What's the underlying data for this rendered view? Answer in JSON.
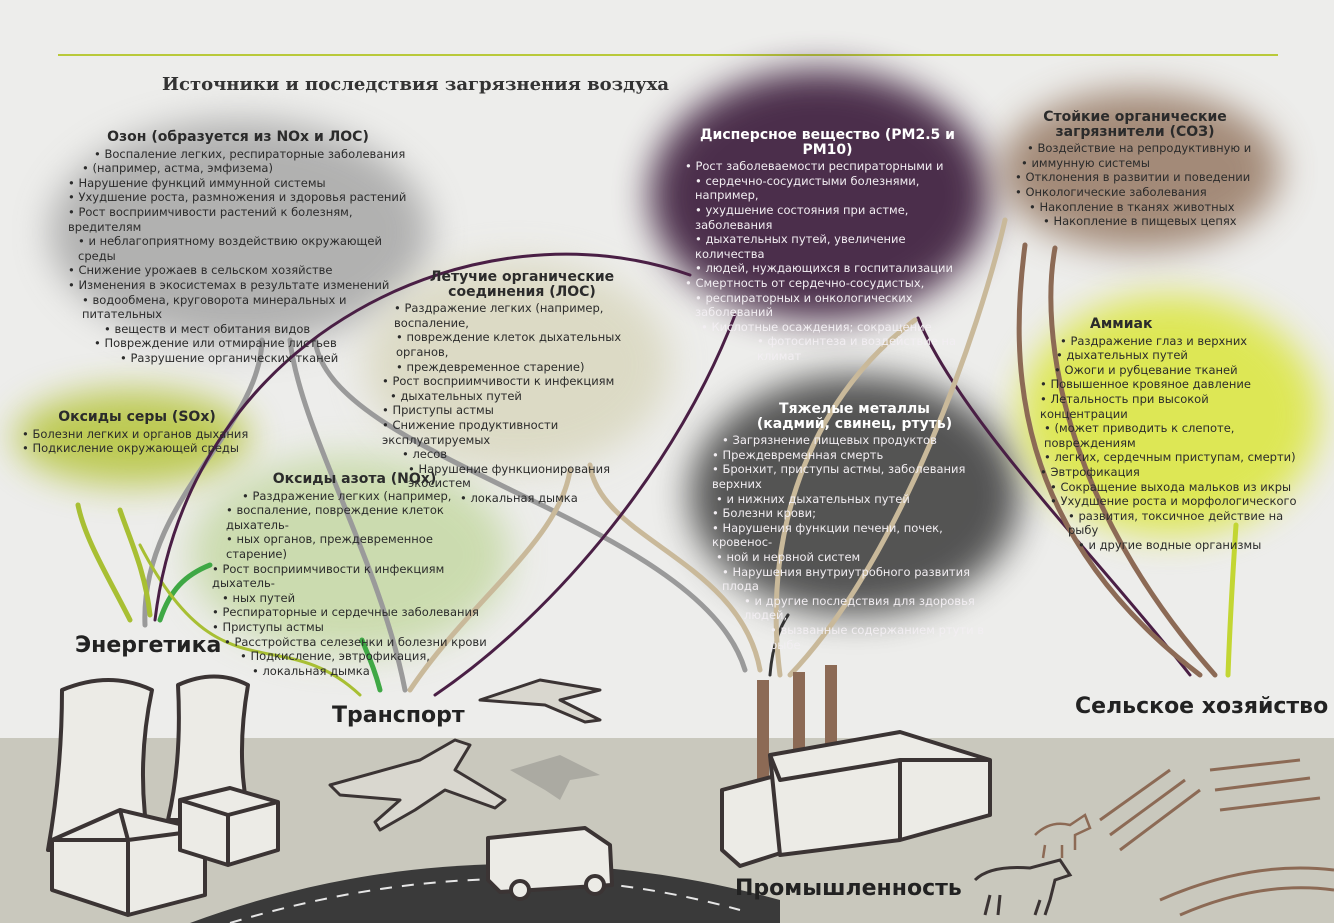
{
  "title": "Источники и последствия загрязнения воздуха",
  "colors": {
    "ozone": "#9a9a9a",
    "sox": "#b5c43a",
    "nox": "#c6d9a5",
    "voc": "#d8d6bc",
    "pm": "#3a1a3a",
    "metals": "#444444",
    "pop": "#8b6a52",
    "ammonia": "#dbe63c",
    "arrow_grey": "#9a9a9a",
    "arrow_purple": "#4a1f45",
    "arrow_green": "#9ab535",
    "arrow_brown": "#8c6a55",
    "arrow_tan": "#c9b99a"
  },
  "sources": {
    "energy": "Энергетика",
    "transport": "Транспорт",
    "industry": "Промышленность",
    "agriculture": "Сельское хозяйство"
  },
  "pollutants": {
    "ozone": {
      "title": "Озон (образуется из NOx и ЛОС)",
      "items": [
        "Воспаление легких, респираторные заболевания",
        "(например, астма, эмфизема)",
        "Нарушение функций иммунной системы",
        "Ухудшение роста, размножения и здоровья растений",
        "Рост восприимчивости растений к болезням, вредителям",
        "и неблагоприятному воздействию окружающей среды",
        "Снижение урожаев в сельском хозяйстве",
        "Изменения в экосистемах в результате изменений",
        "водообмена, круговорота минеральных и питательных",
        "веществ и мест обитания видов",
        "Повреждение или отмирание листьев",
        "Разрушение органических тканей"
      ]
    },
    "sox": {
      "title": "Оксиды серы (SOx)",
      "items": [
        "Болезни легких и органов дыхания",
        "Подкисление окружающей среды"
      ]
    },
    "nox": {
      "title": "Оксиды азота (NOx)",
      "items": [
        "Раздражение легких (например,",
        "воспаление, повреждение клеток дыхатель-",
        "ных органов, преждевременное старение)",
        "Рост восприимчивости к инфекциям дыхатель-",
        "ных путей",
        "Респираторные и сердечные заболевания",
        "Приступы астмы",
        "Расстройства селезенки и болезни крови",
        "Подкисление, эвтрофикация,",
        "локальная дымка"
      ]
    },
    "voc": {
      "title": "Летучие органические соединения (ЛОС)",
      "items": [
        "Раздражение легких (например, воспаление,",
        "повреждение клеток дыхательных органов,",
        "преждевременное старение)",
        "Рост восприимчивости к инфекциям",
        "дыхательных путей",
        "Приступы астмы",
        "Снижение продуктивности эксплуатируемых",
        "лесов",
        "Нарушение функционирования экосистем",
        "локальная дымка"
      ]
    },
    "pm": {
      "title": "Дисперсное вещество (PM2.5 и PM10)",
      "items": [
        "Рост заболеваемости респираторными и",
        "сердечно-сосудистыми болезнями, например,",
        "ухудшение состояния при астме, заболевания",
        "дыхательных путей, увеличение количества",
        "людей, нуждающихся в госпитализации",
        "Смертность от сердечно-сосудистых,",
        "респираторных и онкологических заболеваний",
        "Кислотные осаждения; сокращение",
        "фотосинтеза и воздействие на климат"
      ]
    },
    "metals": {
      "title": "Тяжелые металлы (кадмий, свинец, ртуть)",
      "items": [
        "Загрязнение пищевых продуктов",
        "Преждевременная смерть",
        "Бронхит, приступы астмы, заболевания верхних",
        "и нижних дыхательных путей",
        "Болезни крови;",
        "Нарушения функции печени, почек, кровенос-",
        "ной и нервной систем",
        "Нарушения внутриутробного развития плода",
        "и другие последствия для здоровья людей,",
        "вызванные содержанием ртути в рыбе"
      ]
    },
    "pop": {
      "title": "Стойкие органические загрязнители (СОЗ)",
      "items": [
        "Воздействие на репродуктивную и",
        "иммунную системы",
        "Отклонения в развитии и поведении",
        "Онкологические заболевания",
        "Накопление в тканях животных",
        "Накопление в пищевых цепях"
      ]
    },
    "ammonia": {
      "title": "Аммиак",
      "items": [
        "Раздражение глаз и верхних",
        "дыхательных путей",
        "Ожоги и рубцевание тканей",
        "Повышенное кровяное давление",
        "Летальность при высокой концентрации",
        "(может приводить к слепоте, повреждениям",
        "легких, сердечным приступам, смерти)",
        "Эвтрофикация",
        "Сокращение выхода мальков из икры",
        "Ухудшение роста и морфологического",
        "развития, токсичное действие на рыбу",
        "и другие водные организмы"
      ]
    }
  }
}
